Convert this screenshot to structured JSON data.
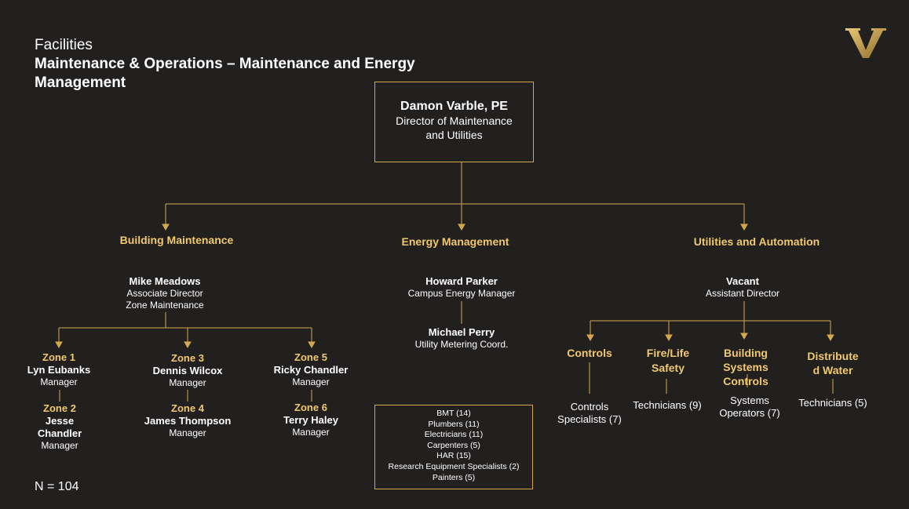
{
  "header": {
    "line1": "Facilities",
    "line2": "Maintenance & Operations – Maintenance and Energy",
    "line3": "Management"
  },
  "logo": {
    "icon": "vanderbilt-v-logo",
    "color": "#c9a24a"
  },
  "colors": {
    "background": "#221f1f",
    "accent": "#f0c96e",
    "line": "#d4a94e",
    "text": "#ffffff"
  },
  "director": {
    "name": "Damon Varble, PE",
    "title1": "Director of Maintenance",
    "title2": "and Utilities"
  },
  "building_maintenance": {
    "heading": "Building Maintenance",
    "lead": {
      "name": "Mike Meadows",
      "title1": "Associate Director",
      "title2": "Zone Maintenance"
    },
    "zones": [
      {
        "zone": "Zone 1",
        "name": "Lyn Eubanks",
        "title": "Manager"
      },
      {
        "zone": "Zone 2",
        "name1": "Jesse",
        "name2": "Chandler",
        "title": "Manager"
      },
      {
        "zone": "Zone 3",
        "name": "Dennis Wilcox",
        "title": "Manager"
      },
      {
        "zone": "Zone 4",
        "name": "James Thompson",
        "title": "Manager"
      },
      {
        "zone": "Zone 5",
        "name": "Ricky Chandler",
        "title": "Manager"
      },
      {
        "zone": "Zone 6",
        "name": "Terry Haley",
        "title": "Manager"
      }
    ]
  },
  "energy_management": {
    "heading": "Energy Management",
    "lead": {
      "name": "Howard Parker",
      "title": "Campus Energy Manager"
    },
    "sub": {
      "name": "Michael Perry",
      "title": "Utility Metering Coord."
    },
    "trades": [
      "BMT (14)",
      "Plumbers (11)",
      "Electricians (11)",
      "Carpenters (5)",
      "HAR (15)",
      "Research Equipment Specialists (2)",
      "Painters (5)"
    ]
  },
  "utilities": {
    "heading": "Utilities and Automation",
    "lead": {
      "name": "Vacant",
      "title": "Assistant Director"
    },
    "groups": [
      {
        "heading1": "Controls",
        "staff1": "Controls",
        "staff2": "Specialists (7)"
      },
      {
        "heading1": "Fire/Life",
        "heading2": "Safety",
        "staff1": "Technicians (9)"
      },
      {
        "heading1": "Building",
        "heading2": "Systems",
        "heading3": "Controls",
        "staff1": "Systems",
        "staff2": "Operators (7)"
      },
      {
        "heading1": "Distribute",
        "heading2": "d Water",
        "staff1": "Technicians (5)"
      }
    ]
  },
  "footer": {
    "total": "N = 104"
  }
}
